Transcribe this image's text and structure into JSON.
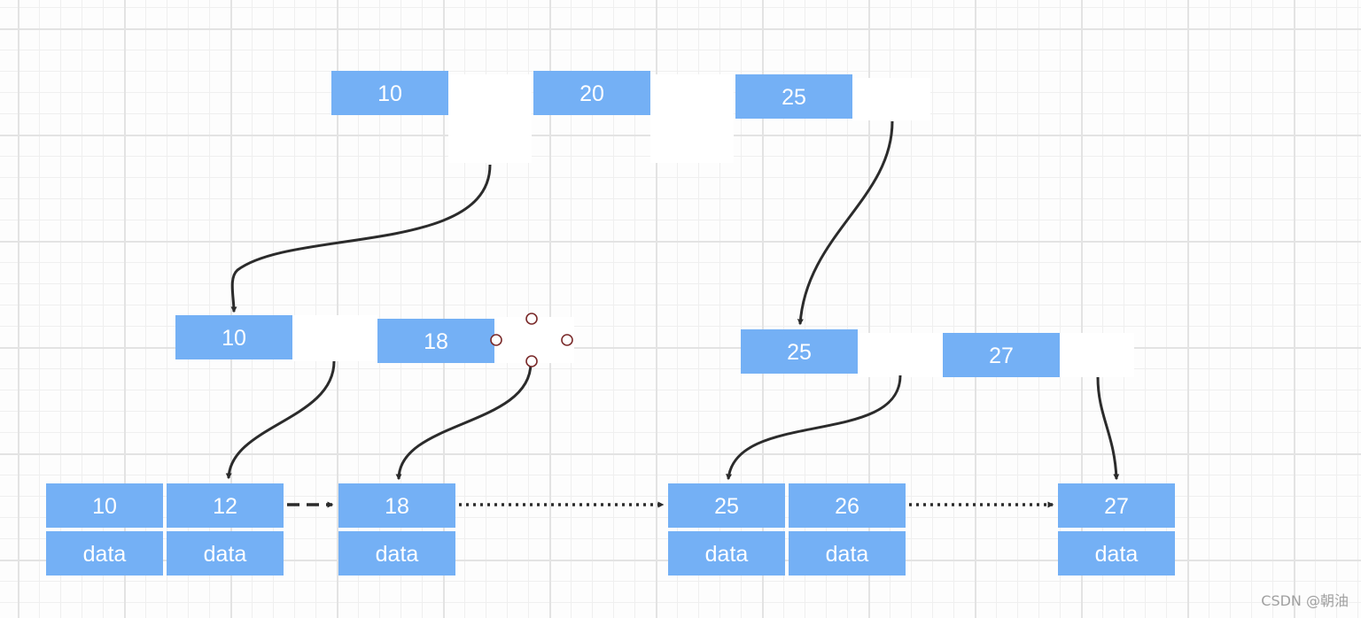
{
  "root": {
    "keys": [
      "10",
      "20",
      "25"
    ]
  },
  "internal_left": {
    "keys": [
      "10",
      "18"
    ]
  },
  "internal_right": {
    "keys": [
      "25",
      "27"
    ]
  },
  "leaves": [
    {
      "key": "10",
      "value": "data"
    },
    {
      "key": "12",
      "value": "data"
    },
    {
      "key": "18",
      "value": "data"
    },
    {
      "key": "25",
      "value": "data"
    },
    {
      "key": "26",
      "value": "data"
    },
    {
      "key": "27",
      "value": "data"
    }
  ],
  "colors": {
    "node": "#74b0f5",
    "arrow": "#2b2b2b",
    "handle": "#7a2a2a"
  },
  "watermark": "CSDN @朝油"
}
